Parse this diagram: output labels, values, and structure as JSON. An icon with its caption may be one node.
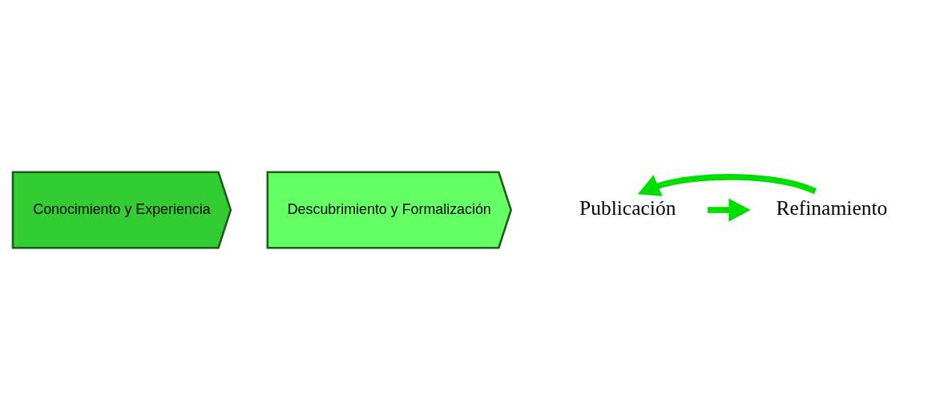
{
  "diagram": {
    "nodes": [
      {
        "text": [
          "Conocimiento y Experiencia"
        ]
      },
      {
        "text": [
          "Descubrimiento y Formalización"
        ]
      },
      {
        "text": [
          "Publicación"
        ]
      },
      {
        "text": [
          "Refinamiento"
        ]
      }
    ],
    "edges": [
      {
        "from": 2,
        "to": 3,
        "arrow": "to"
      },
      {
        "from": 3,
        "to": 2,
        "arrow": "to"
      }
    ]
  }
}
